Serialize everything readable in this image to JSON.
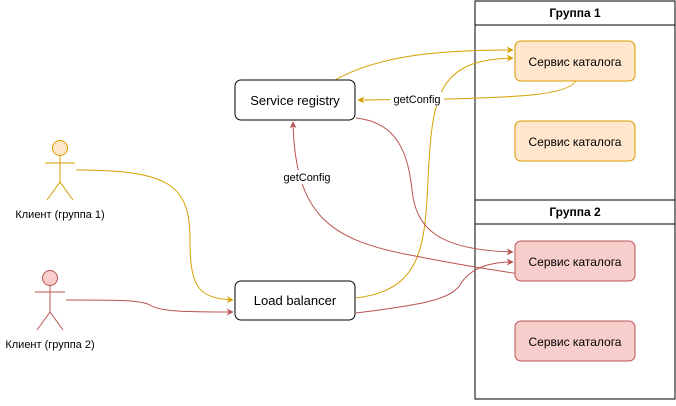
{
  "groups": [
    {
      "title": "Группа 1"
    },
    {
      "title": "Группа 2"
    }
  ],
  "nodes": {
    "service_registry": "Service registry",
    "load_balancer": "Load balancer",
    "catalog_service": "Сервис каталога"
  },
  "actors": {
    "client_group1": "Клиент (группа 1)",
    "client_group2": "Клиент (группа 2)"
  },
  "edge_labels": {
    "get_config_group1": "getConfig",
    "get_config_group2": "getConfig"
  },
  "colors": {
    "group1_fill": "#ffe6cc",
    "group1_stroke": "#d79b00",
    "group1_edge": "#d6a100",
    "group2_fill": "#f8cecc",
    "group2_stroke": "#b85450",
    "group2_edge": "#b85450"
  }
}
